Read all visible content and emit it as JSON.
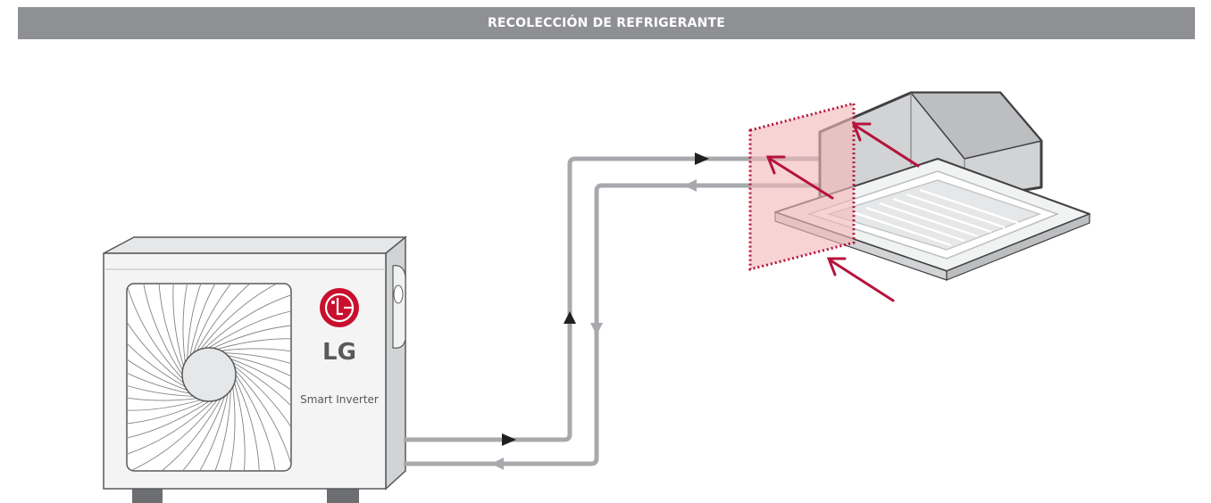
{
  "title": "RECOLECCIÓN DE REFRIGERANTE",
  "outdoor_unit": {
    "brand_logo_text": "LG",
    "model_text": "Smart Inverter"
  },
  "colors": {
    "header_bg": "#8f9093",
    "brand_red": "#c8102e",
    "pipe_gray": "#a7a9ac",
    "arrow_dark": "#231f20",
    "airflow_red": "#b5123c",
    "zone_fill": "#f2b8b8"
  },
  "icons": [
    "lg-logo-icon",
    "flow-arrow-icon",
    "airflow-arrow-icon"
  ]
}
